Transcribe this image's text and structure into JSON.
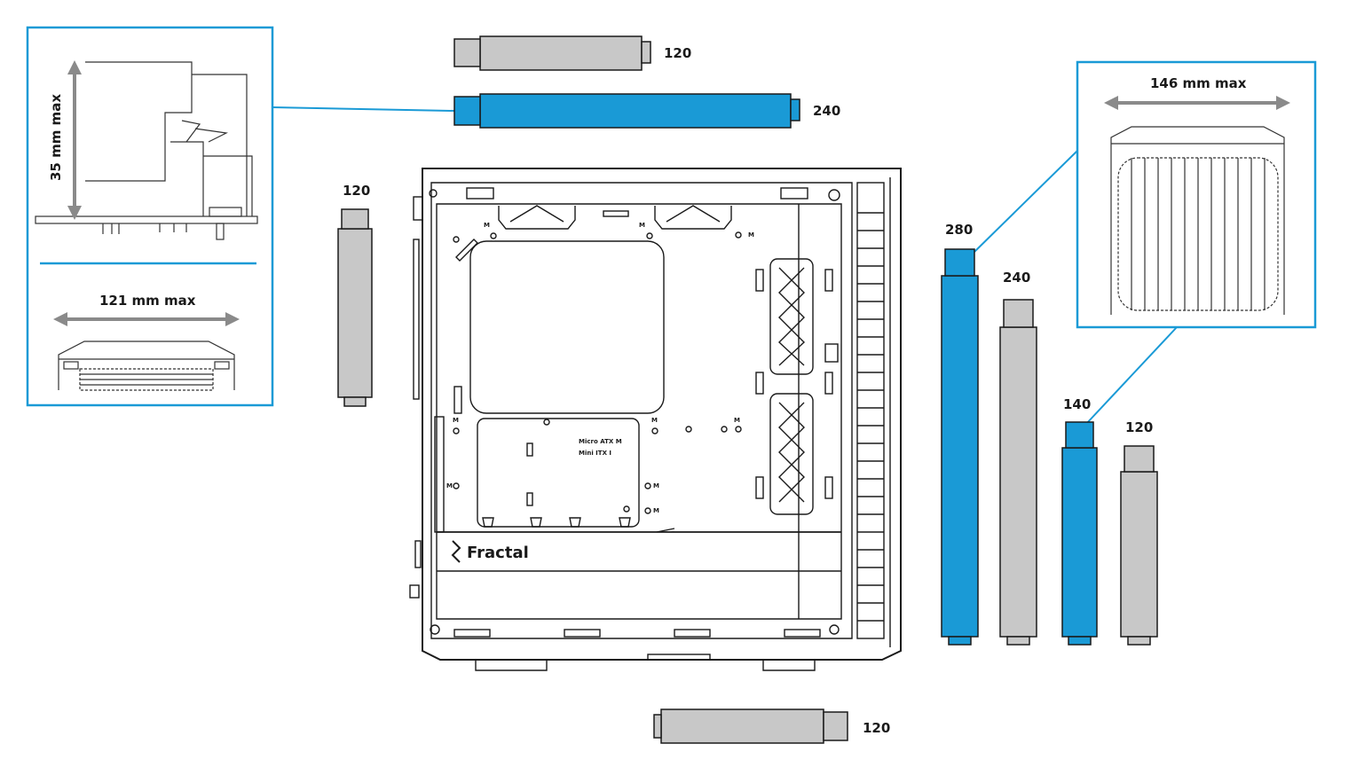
{
  "labels": {
    "top_120": "120",
    "top_240": "240",
    "front_120": "120",
    "bottom_120": "120",
    "right_280": "280",
    "right_240": "240",
    "right_140": "140",
    "right_120": "120"
  },
  "callout_left": {
    "height_dim": "35 mm max",
    "width_dim": "121 mm max"
  },
  "callout_right": {
    "width_dim": "146 mm max"
  },
  "case": {
    "brand": "Fractal",
    "tray_text_1": "Micro  ATX  M",
    "tray_text_2": "Mini  ITX     I",
    "standoff_mark": "M"
  },
  "colors": {
    "accent": "#1a9ad6",
    "radiator_gray": "#c8c8c8",
    "outline": "#1a1a1a",
    "dimension_arrow": "#8a8a8a"
  }
}
